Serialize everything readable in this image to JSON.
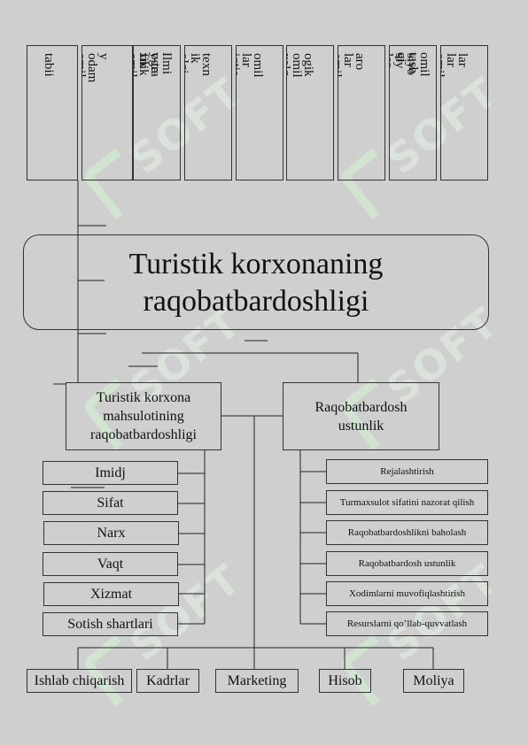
{
  "watermark": "SOFT",
  "top_boxes": [
    {
      "text": "tabii"
    },
    {
      "text": "y\nodam\nomil"
    },
    {
      "text": "ogra\nfik\nomil"
    },
    {
      "text": "Ilmi\ny-te\nxnik"
    },
    {
      "text": "texn\nik\nolgi"
    },
    {
      "text": "omil\nlar\niqtis"
    },
    {
      "text": "ogik\nomil\nxalq"
    },
    {
      "text": "aro\nlar\nomil"
    },
    {
      "text": "siyo\nsiy\nlar"
    },
    {
      "text": "omil\ntash\nqi"
    },
    {
      "text": "lar\nlar\nomil"
    }
  ],
  "title": {
    "line1": "Turistik korxonaning",
    "line2": "raqobatbardoshligi"
  },
  "left_main": {
    "line1": "Turistik korxona",
    "line2": "mahsulotining",
    "line3": "raqobatbardoshligi"
  },
  "right_main": {
    "line1": "Raqobatbardosh",
    "line2": "ustunlik"
  },
  "left_items": [
    "Imidj",
    "Sifat",
    "Narx",
    "Vaqt",
    "Xizmat",
    "Sotish shartlari"
  ],
  "right_items": [
    "Rejalashtirish",
    "Turmaxsulot sifatini nazorat qilish",
    "Raqobatbardoshlikni baholash",
    "Raqobatbardosh ustunlik",
    "Xodimlarni muvofiqlashtirish",
    "Resurslarni qo’llab-quvvatlash"
  ],
  "bottom_items": [
    "Ishlab chiqarish",
    "Kadrlar",
    "Marketing",
    "Hisob",
    "Moliya"
  ]
}
